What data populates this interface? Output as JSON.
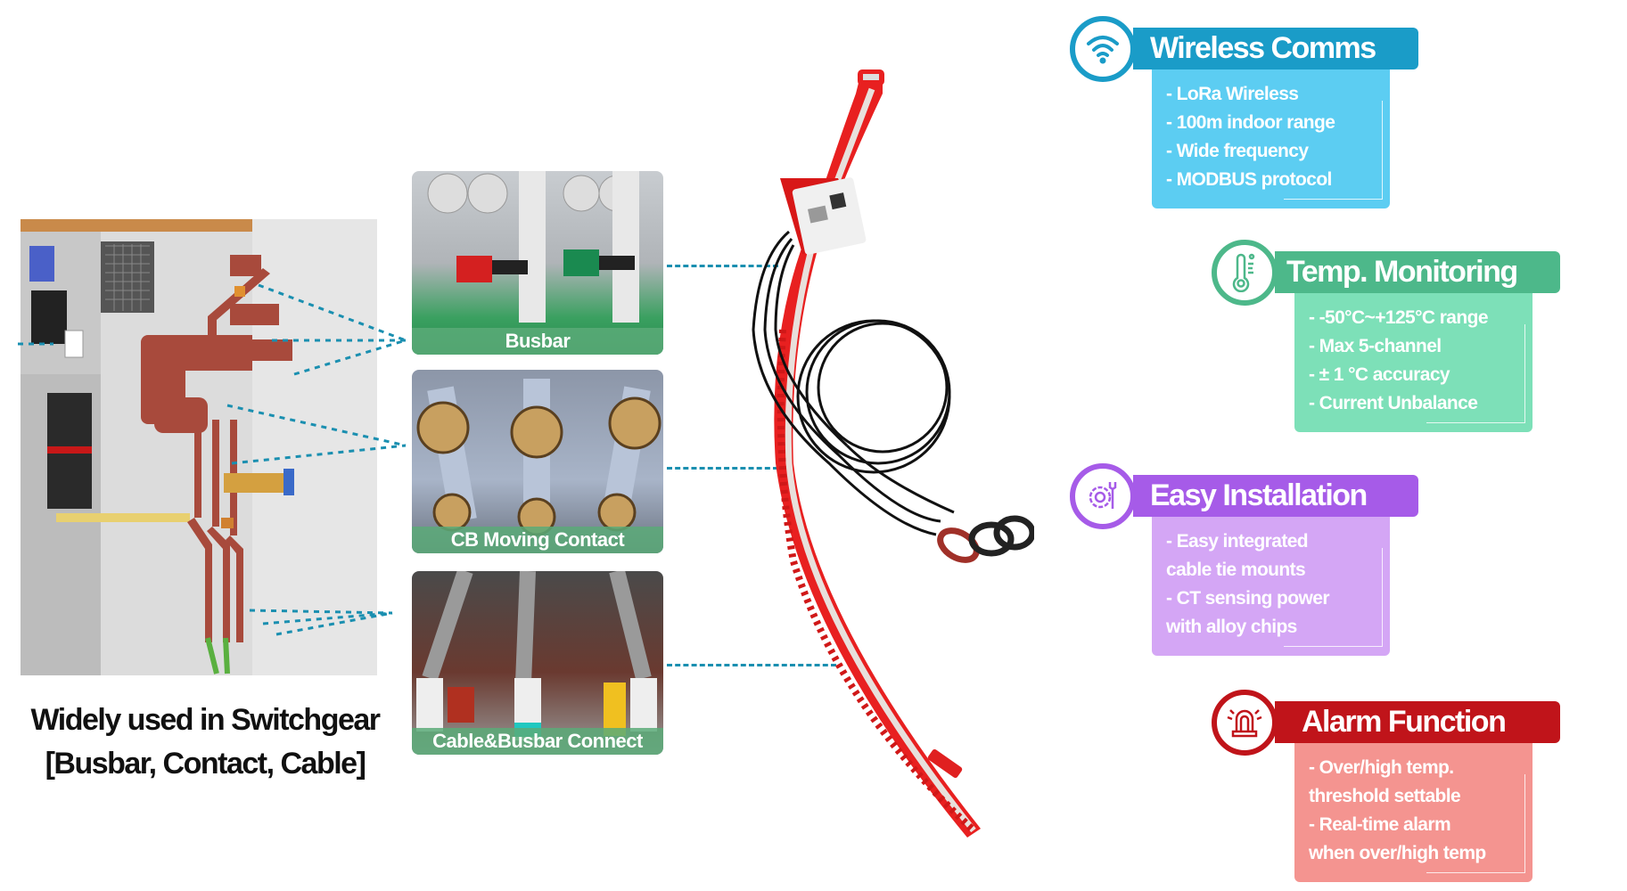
{
  "left": {
    "caption_line1": "Widely used in Switchgear",
    "caption_line2": "[Busbar, Contact, Cable]"
  },
  "photos": [
    {
      "label": "Busbar"
    },
    {
      "label": "CB Moving Contact"
    },
    {
      "label": "Cable&Busbar Connect"
    }
  ],
  "features": [
    {
      "title": "Wireless Comms",
      "icon": "wifi-icon",
      "color": "#1a9cc8",
      "body_color": "#5ccdf2",
      "lines": [
        "- LoRa Wireless",
        "- 100m indoor range",
        "- Wide frequency",
        "- MODBUS protocol"
      ]
    },
    {
      "title": "Temp. Monitoring",
      "icon": "thermometer-icon",
      "color": "#4db88a",
      "body_color": "#7de0b8",
      "lines": [
        "- -50°C~+125°C range",
        "- Max 5-channel",
        "-  ± 1 °C accuracy",
        "- Current Unbalance"
      ]
    },
    {
      "title": "Easy Installation",
      "icon": "gear-wrench-icon",
      "color": "#a65be8",
      "body_color": "#d4a6f5",
      "lines": [
        "- Easy integrated",
        "cable tie mounts",
        "- CT sensing power",
        "with alloy chips"
      ]
    },
    {
      "title": "Alarm Function",
      "icon": "alarm-light-icon",
      "color": "#c0141a",
      "body_color": "#f49490",
      "lines": [
        "- Over/high temp.",
        "threshold settable",
        "- Real-time alarm",
        "when over/high temp"
      ]
    }
  ]
}
